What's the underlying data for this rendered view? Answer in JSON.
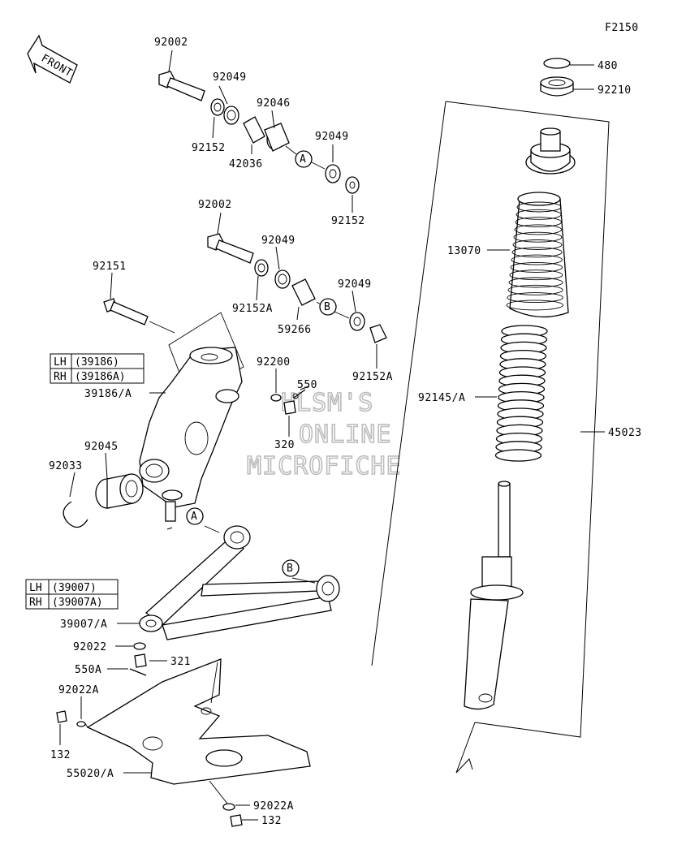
{
  "figure_code": "F2150",
  "front_arrow_text": "FRONT",
  "watermark": [
    "HLSM'S",
    "ONLINE",
    "MICROFICHE"
  ],
  "callouts": {
    "c480": "480",
    "c92210": "92210",
    "c92002_top": "92002",
    "c92049_a": "92049",
    "c92046": "92046",
    "c92152_a": "92152",
    "c42036": "42036",
    "c92049_b": "92049",
    "c92152_b": "92152",
    "c92002_mid": "92002",
    "c92049_c": "92049",
    "c92151": "92151",
    "c92152A_a": "92152A",
    "c92049_d": "92049",
    "c59266": "59266",
    "c92152A_b": "92152A",
    "c13070": "13070",
    "c92200": "92200",
    "c550": "550",
    "c39186A": "39186/A",
    "c320": "320",
    "c92145A": "92145/A",
    "c45023": "45023",
    "c92045": "92045",
    "c92033": "92033",
    "c39007A": "39007/A",
    "c92022": "92022",
    "c321": "321",
    "c550A": "550A",
    "c92022A_a": "92022A",
    "c132_a": "132",
    "c55020A": "55020/A",
    "c92022A_b": "92022A",
    "c132_b": "132"
  },
  "markers": {
    "a1": "A",
    "a2": "A",
    "b1": "B",
    "b2": "B"
  },
  "tables": {
    "knuckle": {
      "lh_side": "LH",
      "lh_part": "(39186)",
      "rh_side": "RH",
      "rh_part": "(39186A)"
    },
    "arm": {
      "lh_side": "LH",
      "lh_part": "(39007)",
      "rh_side": "RH",
      "rh_part": "(39007A)"
    }
  }
}
